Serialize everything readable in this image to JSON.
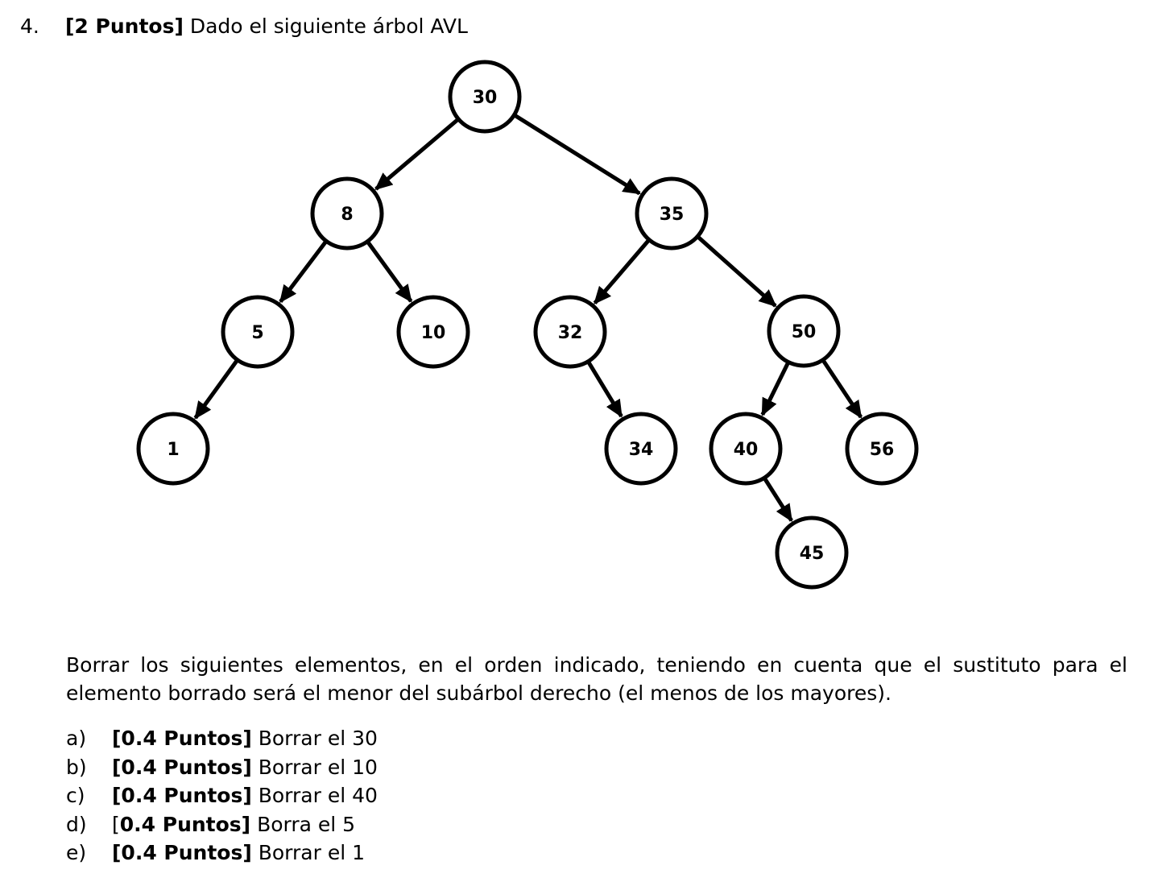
{
  "question": {
    "number": "4.",
    "points": "[2 Puntos]",
    "title": "Dado el siguiente árbol AVL"
  },
  "tree": {
    "nodes": [
      {
        "id": "30",
        "label": "30"
      },
      {
        "id": "8",
        "label": "8"
      },
      {
        "id": "35",
        "label": "35"
      },
      {
        "id": "5",
        "label": "5"
      },
      {
        "id": "10",
        "label": "10"
      },
      {
        "id": "32",
        "label": "32"
      },
      {
        "id": "50",
        "label": "50"
      },
      {
        "id": "1",
        "label": "1"
      },
      {
        "id": "34",
        "label": "34"
      },
      {
        "id": "40",
        "label": "40"
      },
      {
        "id": "56",
        "label": "56"
      },
      {
        "id": "45",
        "label": "45"
      }
    ],
    "edges": [
      {
        "from": "30",
        "to": "8"
      },
      {
        "from": "30",
        "to": "35"
      },
      {
        "from": "8",
        "to": "5"
      },
      {
        "from": "8",
        "to": "10"
      },
      {
        "from": "35",
        "to": "32"
      },
      {
        "from": "35",
        "to": "50"
      },
      {
        "from": "5",
        "to": "1"
      },
      {
        "from": "32",
        "to": "34"
      },
      {
        "from": "50",
        "to": "40"
      },
      {
        "from": "50",
        "to": "56"
      },
      {
        "from": "40",
        "to": "45"
      }
    ]
  },
  "instructions": "Borrar los siguientes elementos, en el orden indicado, teniendo en cuenta que el sustituto para el elemento borrado será el menor del subárbol derecho (el menos de los mayores).",
  "tasks": [
    {
      "letter": "a)",
      "points": "[0.4 Puntos]",
      "text": "Borrar el 30"
    },
    {
      "letter": "b)",
      "points": "[0.4 Puntos]",
      "text": "Borrar el 10"
    },
    {
      "letter": "c)",
      "points": "[0.4 Puntos]",
      "text": "Borrar el 40"
    },
    {
      "letter": "d)",
      "prefix": "[",
      "points": "0.4 Puntos]",
      "text": "Borra el 5"
    },
    {
      "letter": "e)",
      "points": "[0.4 Puntos]",
      "text": "Borrar el 1"
    }
  ]
}
